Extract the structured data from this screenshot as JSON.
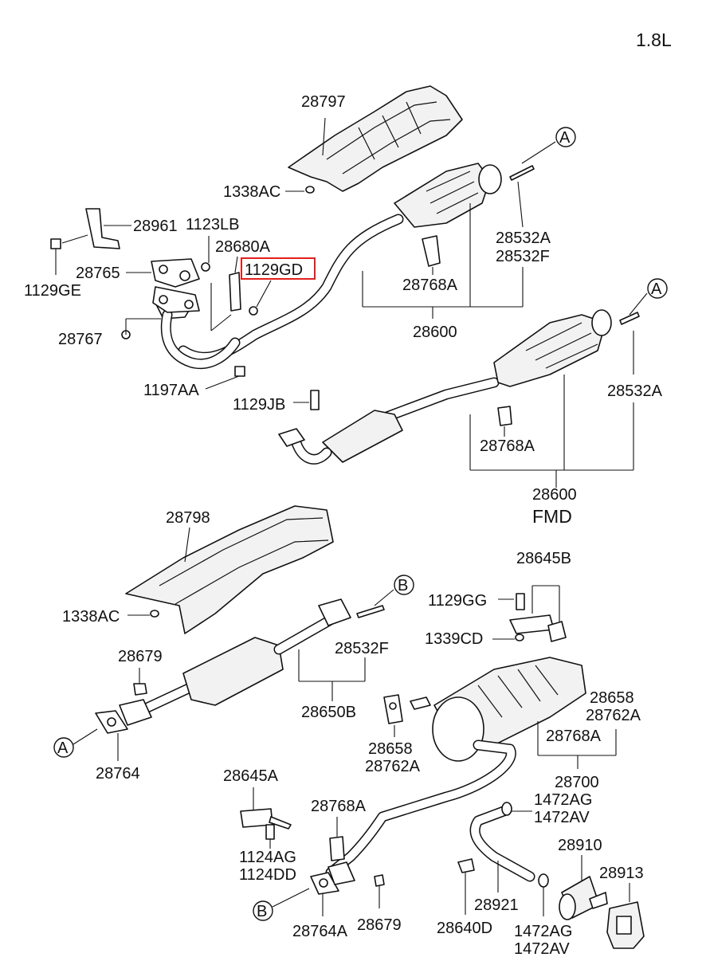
{
  "title": "1.8L",
  "variant_label": "FMD",
  "highlight_color": "#e0201c",
  "highlighted_part": "1129GD",
  "callouts": {
    "a": "A",
    "b": "B"
  },
  "labels": {
    "p28797": "28797",
    "p1338AC_top": "1338AC",
    "p28961": "28961",
    "p1123LB": "1123LB",
    "p28680A": "28680A",
    "p1129GD": "1129GD",
    "p28765": "28765",
    "p1129GE": "1129GE",
    "p28767": "28767",
    "p1197AA": "1197AA",
    "p1129JB": "1129JB",
    "p28532A_top": "28532A",
    "p28532F_top": "28532F",
    "p28768A_top": "28768A",
    "p28600_top": "28600",
    "p28532A_mid": "28532A",
    "p28768A_mid": "28768A",
    "p28600_mid": "28600",
    "p28798": "28798",
    "p1338AC_mid": "1338AC",
    "p28532F_mid": "28532F",
    "p28679_left": "28679",
    "p28650B": "28650B",
    "p28764": "28764",
    "p28645B": "28645B",
    "p1129GG": "1129GG",
    "p1339CD": "1339CD",
    "p28658_right": "28658",
    "p28762A_right": "28762A",
    "p28768A_right": "28768A",
    "p28700": "28700",
    "p28658_mid": "28658",
    "p28762A_mid": "28762A",
    "p28645A": "28645A",
    "p28768A_bottom": "28768A",
    "p1124AG": "1124AG",
    "p1124DD": "1124DD",
    "p1472AG_top": "1472AG",
    "p1472AV_top": "1472AV",
    "p28910": "28910",
    "p28913": "28913",
    "p28921": "28921",
    "p28764A": "28764A",
    "p28679_bottom": "28679",
    "p28640D": "28640D",
    "p1472AG_bottom": "1472AG",
    "p1472AV_bottom": "1472AV"
  }
}
